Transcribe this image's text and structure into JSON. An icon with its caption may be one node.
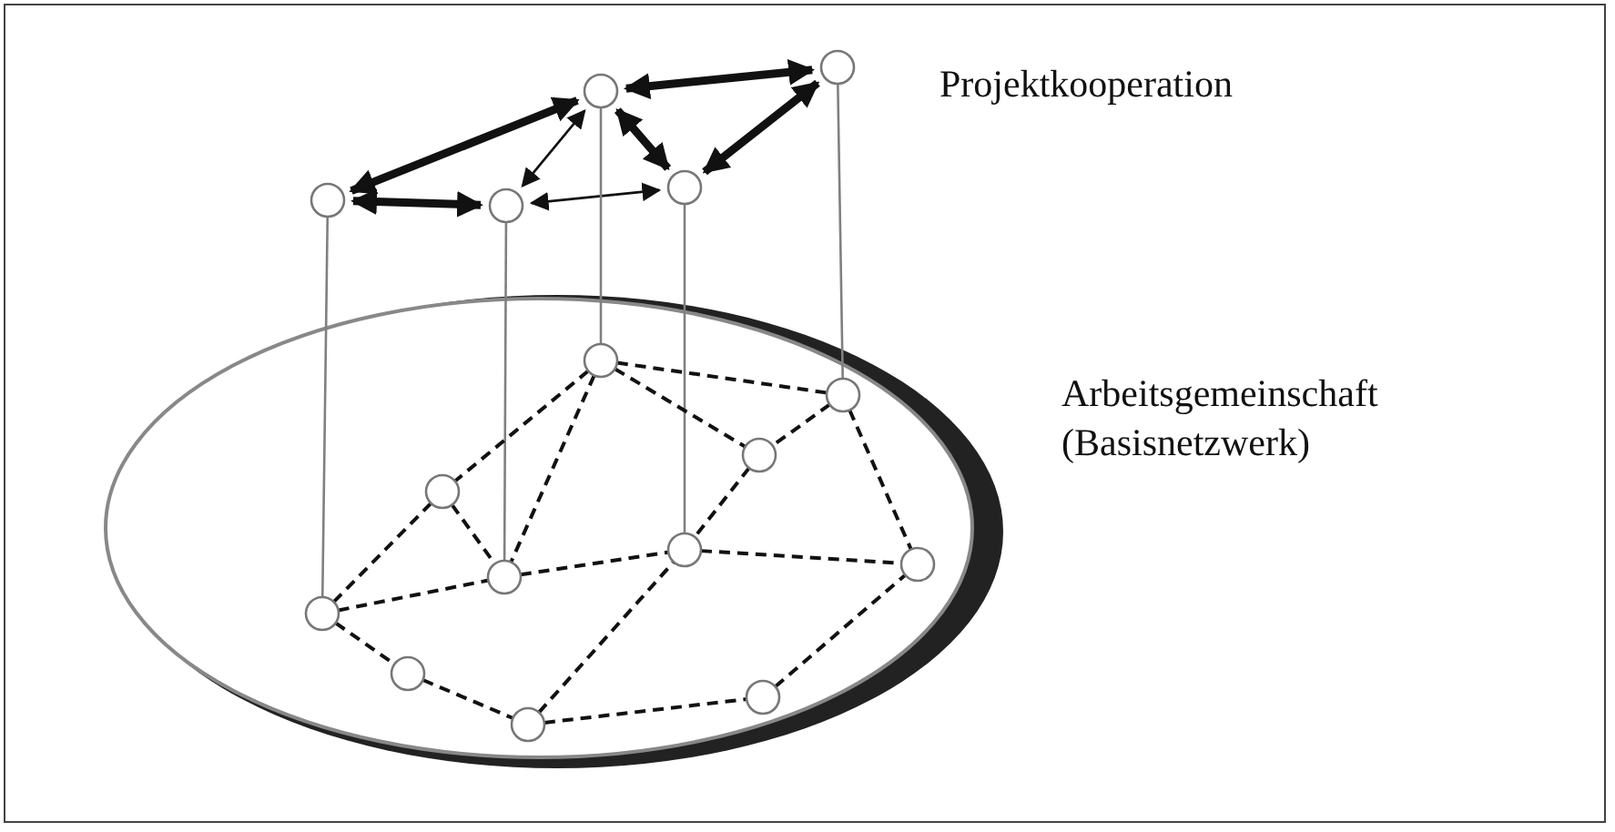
{
  "diagram": {
    "nodes": [
      {
        "text": [],
        "shape": "circle"
      },
      {
        "text": [],
        "shape": "circle"
      },
      {
        "text": [],
        "shape": "circle"
      },
      {
        "text": [],
        "shape": "circle"
      },
      {
        "text": [],
        "shape": "circle"
      },
      {
        "text": [],
        "shape": "circle"
      },
      {
        "text": [],
        "shape": "circle"
      },
      {
        "text": [],
        "shape": "circle"
      },
      {
        "text": [],
        "shape": "circle"
      },
      {
        "text": [],
        "shape": "circle"
      },
      {
        "text": [],
        "shape": "circle"
      },
      {
        "text": [],
        "shape": "circle"
      },
      {
        "text": [],
        "shape": "circle"
      },
      {
        "text": [],
        "shape": "circle"
      },
      {
        "text": [],
        "shape": "circle"
      },
      {
        "text": [],
        "shape": "circle"
      }
    ],
    "edges": [
      {
        "from": 0,
        "to": 2,
        "arrow": "both",
        "style": "thick"
      },
      {
        "from": 0,
        "to": 1,
        "arrow": "both",
        "style": "thick"
      },
      {
        "from": 1,
        "to": 2,
        "arrow": "both"
      },
      {
        "from": 1,
        "to": 3,
        "arrow": "both"
      },
      {
        "from": 2,
        "to": 3,
        "arrow": "both",
        "style": "thick"
      },
      {
        "from": 2,
        "to": 4,
        "arrow": "both",
        "style": "thick"
      },
      {
        "from": 3,
        "to": 4,
        "arrow": "both",
        "style": "thick"
      },
      {
        "from": 0,
        "to": 12,
        "arrow": "none",
        "color": "#808080"
      },
      {
        "from": 1,
        "to": 9,
        "arrow": "none",
        "color": "#808080"
      },
      {
        "from": 2,
        "to": 5,
        "arrow": "none",
        "color": "#808080"
      },
      {
        "from": 3,
        "to": 10,
        "arrow": "none",
        "color": "#808080"
      },
      {
        "from": 4,
        "to": 6,
        "arrow": "none",
        "color": "#808080"
      },
      {
        "from": 5,
        "to": 6,
        "arrow": "none",
        "style": "dashed"
      },
      {
        "from": 5,
        "to": 7,
        "arrow": "none",
        "style": "dashed"
      },
      {
        "from": 5,
        "to": 9,
        "arrow": "none",
        "style": "dashed"
      },
      {
        "from": 5,
        "to": 8,
        "arrow": "none",
        "style": "dashed"
      },
      {
        "from": 6,
        "to": 8,
        "arrow": "none",
        "style": "dashed"
      },
      {
        "from": 6,
        "to": 11,
        "arrow": "none",
        "style": "dashed"
      },
      {
        "from": 8,
        "to": 10,
        "arrow": "none",
        "style": "dashed"
      },
      {
        "from": 10,
        "to": 11,
        "arrow": "none",
        "style": "dashed"
      },
      {
        "from": 9,
        "to": 10,
        "arrow": "none",
        "style": "dashed"
      },
      {
        "from": 7,
        "to": 9,
        "arrow": "none",
        "style": "dashed"
      },
      {
        "from": 7,
        "to": 12,
        "arrow": "none",
        "style": "dashed"
      },
      {
        "from": 12,
        "to": 9,
        "arrow": "none",
        "style": "dashed"
      },
      {
        "from": 12,
        "to": 13,
        "arrow": "none",
        "style": "dashed"
      },
      {
        "from": 13,
        "to": 15,
        "arrow": "none",
        "style": "dashed"
      },
      {
        "from": 15,
        "to": 10,
        "arrow": "none",
        "style": "dashed"
      },
      {
        "from": 15,
        "to": 14,
        "arrow": "none",
        "style": "dashed"
      },
      {
        "from": 14,
        "to": 11,
        "arrow": "none",
        "style": "dashed"
      }
    ],
    "labels": [
      "Projektkooperation",
      "Arbeitsgemeinschaft (Basisnetzwerk)"
    ]
  }
}
